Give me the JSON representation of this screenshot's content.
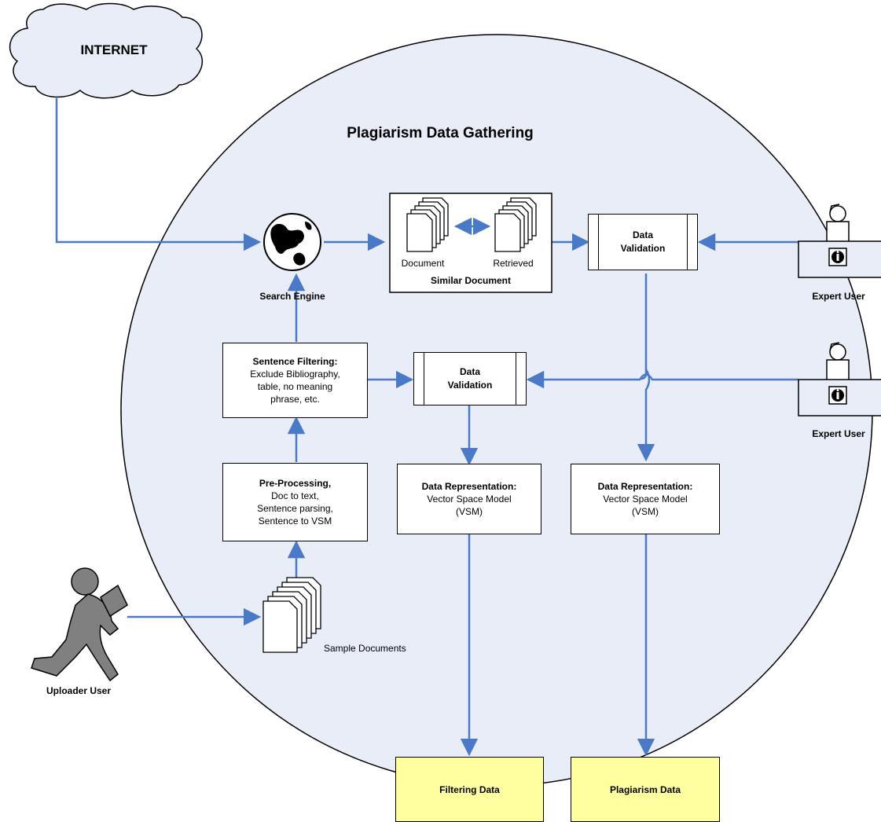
{
  "title": "Plagiarism Data Gathering",
  "cloud": {
    "label": "INTERNET"
  },
  "search_engine": {
    "label": "Search Engine"
  },
  "similar_document": {
    "title": "Similar Document",
    "left_label": "Document",
    "right_label": "Retrieved"
  },
  "validation_top": {
    "label_line1": "Data",
    "label_line2": "Validation"
  },
  "validation_mid": {
    "label_line1": "Data",
    "label_line2": "Validation"
  },
  "expert_top": {
    "label": "Expert User"
  },
  "expert_mid": {
    "label": "Expert User"
  },
  "sentence_filtering": {
    "title": "Sentence Filtering:",
    "line1": "Exclude Bibliography,",
    "line2": "table, no meaning",
    "line3": "phrase, etc."
  },
  "preprocessing": {
    "title": "Pre-Processing,",
    "line1": "Doc to text,",
    "line2": "Sentence parsing,",
    "line3": "Sentence to VSM"
  },
  "representation_left": {
    "title": "Data Representation:",
    "line1": "Vector Space Model",
    "line2": "(VSM)"
  },
  "representation_right": {
    "title": "Data Representation:",
    "line1": "Vector Space Model",
    "line2": "(VSM)"
  },
  "sample_documents": {
    "label": "Sample Documents"
  },
  "uploader": {
    "label": "Uploader User"
  },
  "output_filtering": {
    "label": "Filtering Data"
  },
  "output_plagiarism": {
    "label": "Plagiarism Data"
  },
  "colors": {
    "circle_fill": "#e8edf7",
    "arrow": "#4a7ac7",
    "output_fill": "#ffffa0",
    "figure_gray": "#808080"
  }
}
